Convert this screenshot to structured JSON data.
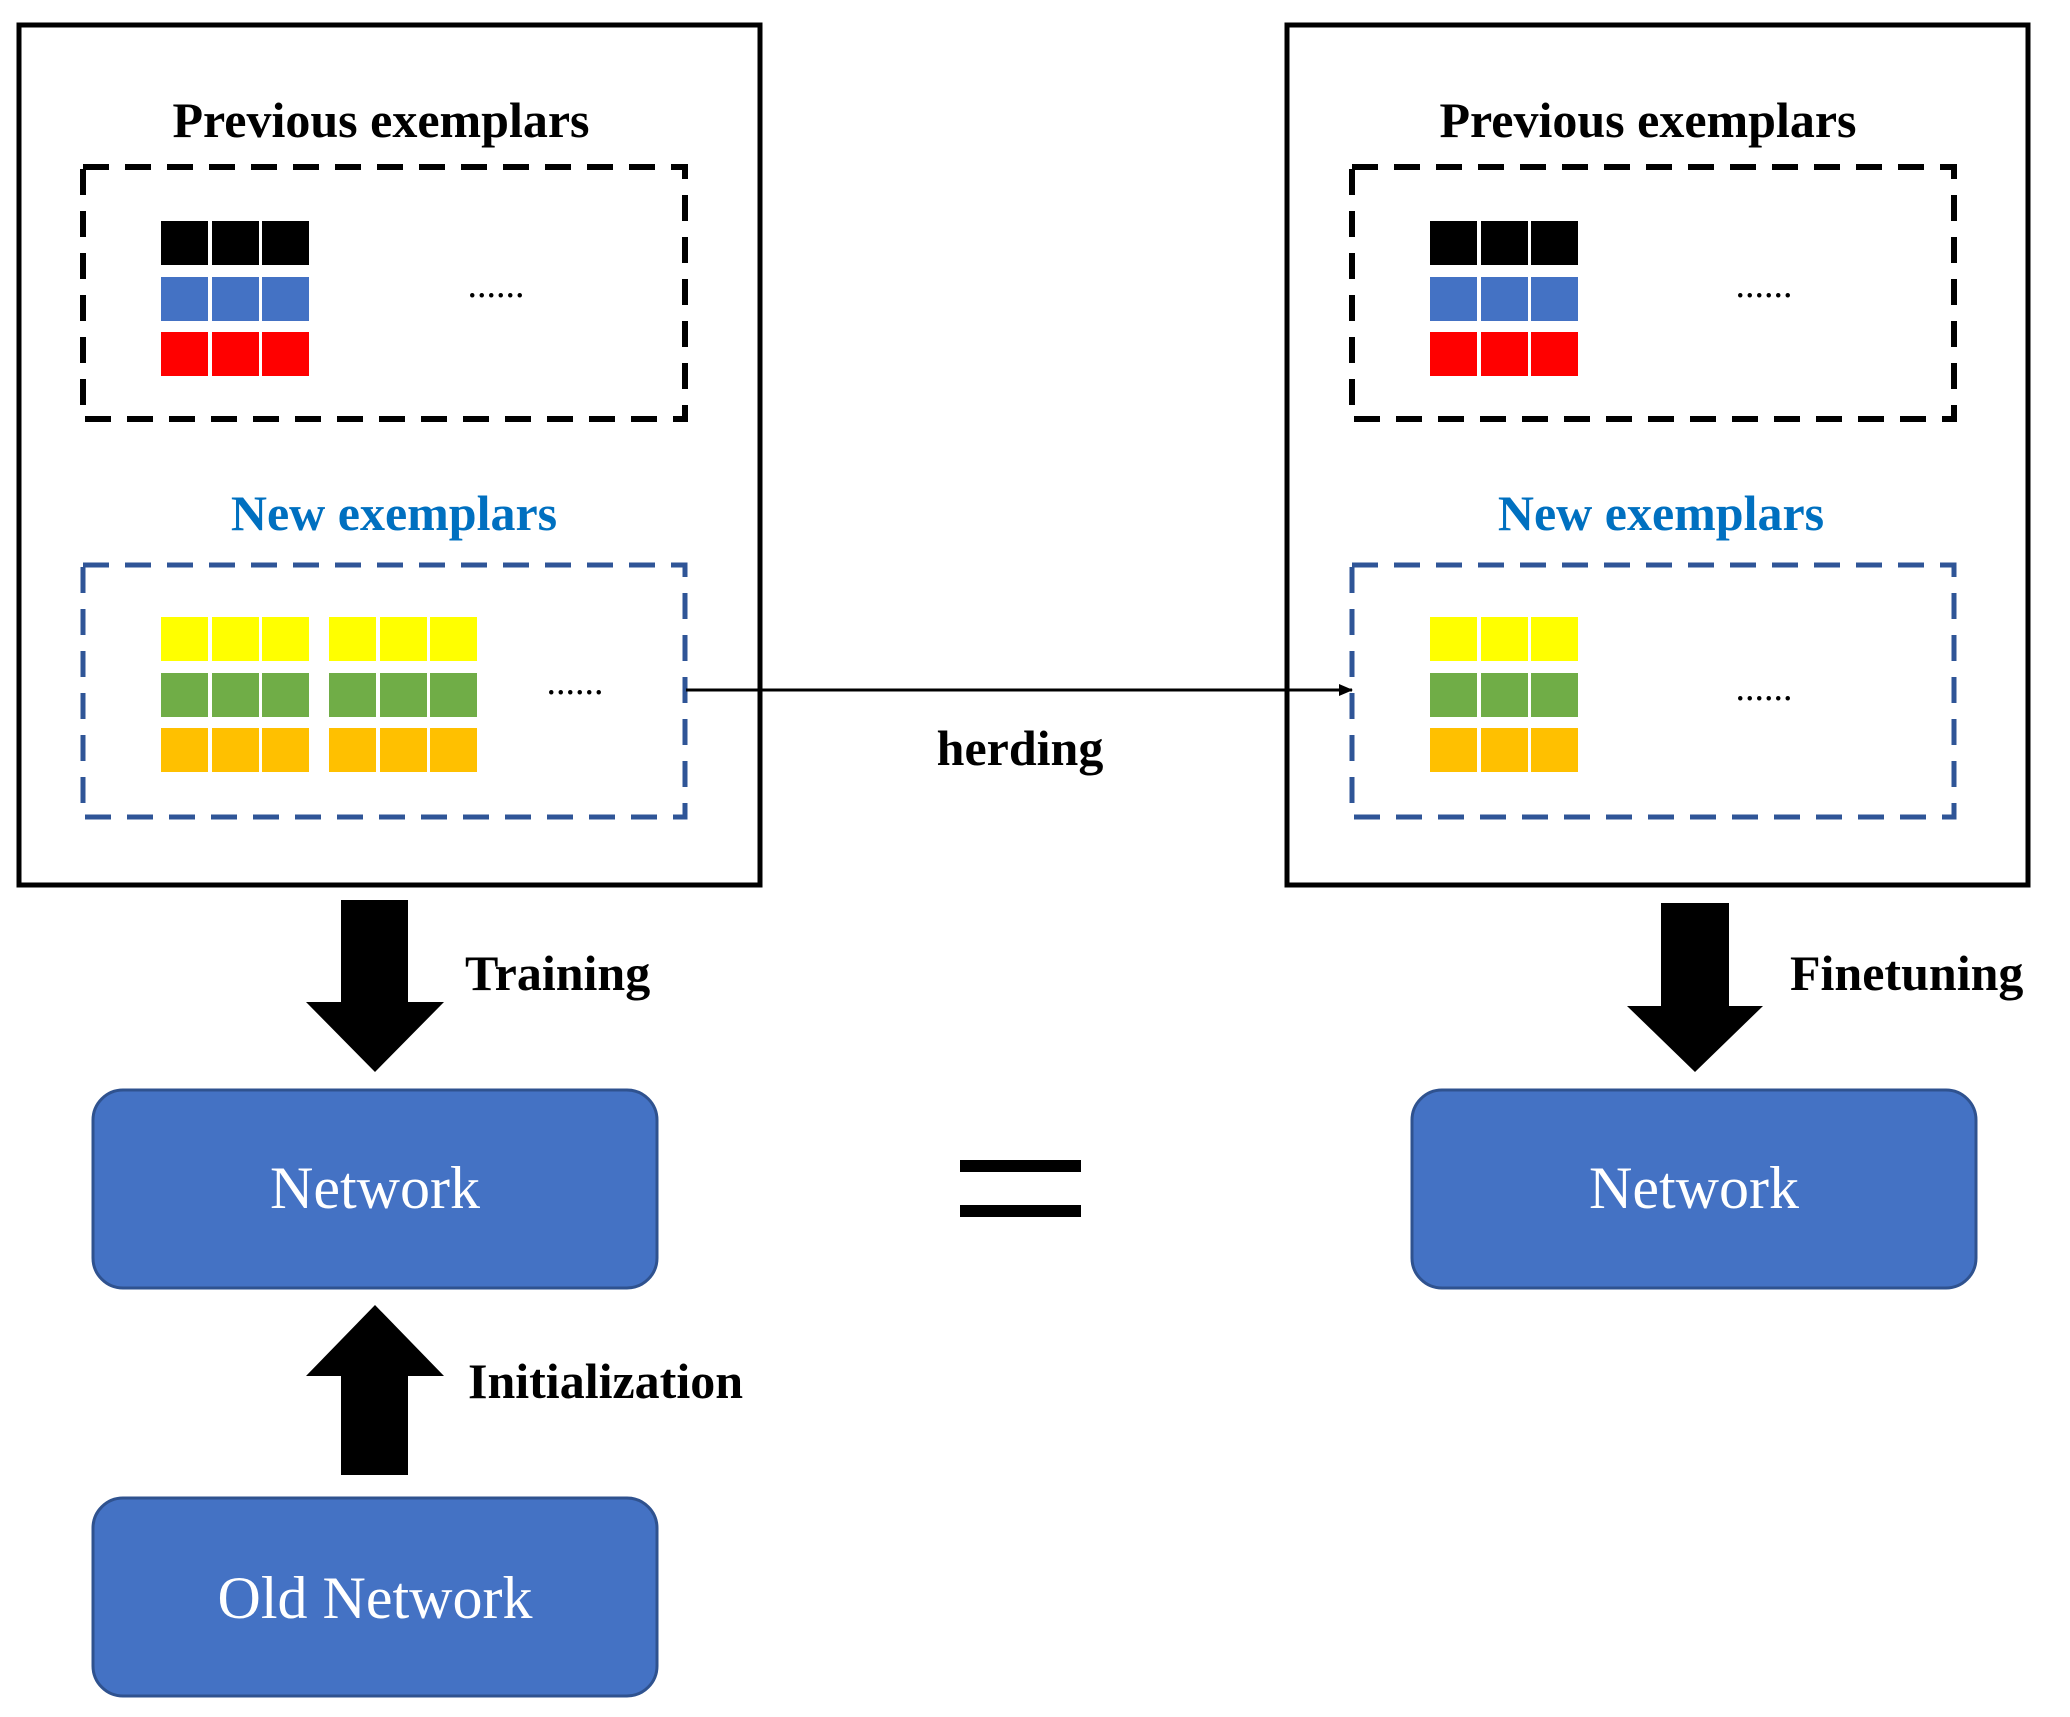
{
  "colors": {
    "black": "#000000",
    "blue": "#4472C4",
    "red": "#FF0000",
    "yellow": "#FFFF00",
    "green": "#70AD47",
    "orange": "#FFC000",
    "accent_text": "#0070C0",
    "dash_blue": "#2F5597",
    "node_fill": "#4472C4",
    "node_border": "#2F528F"
  },
  "left_panel": {
    "previous_title": "Previous exemplars",
    "previous_ellipsis": "......",
    "new_title": "New exemplars",
    "new_ellipsis": "......"
  },
  "right_panel": {
    "previous_title": "Previous exemplars",
    "previous_ellipsis": "......",
    "new_title": "New exemplars",
    "new_ellipsis": "......"
  },
  "labels": {
    "herding": "herding",
    "training": "Training",
    "finetuning": "Finetuning",
    "initialization": "Initialization",
    "equals": "="
  },
  "nodes": {
    "left_network": "Network",
    "right_network": "Network",
    "old_network": "Old Network"
  }
}
